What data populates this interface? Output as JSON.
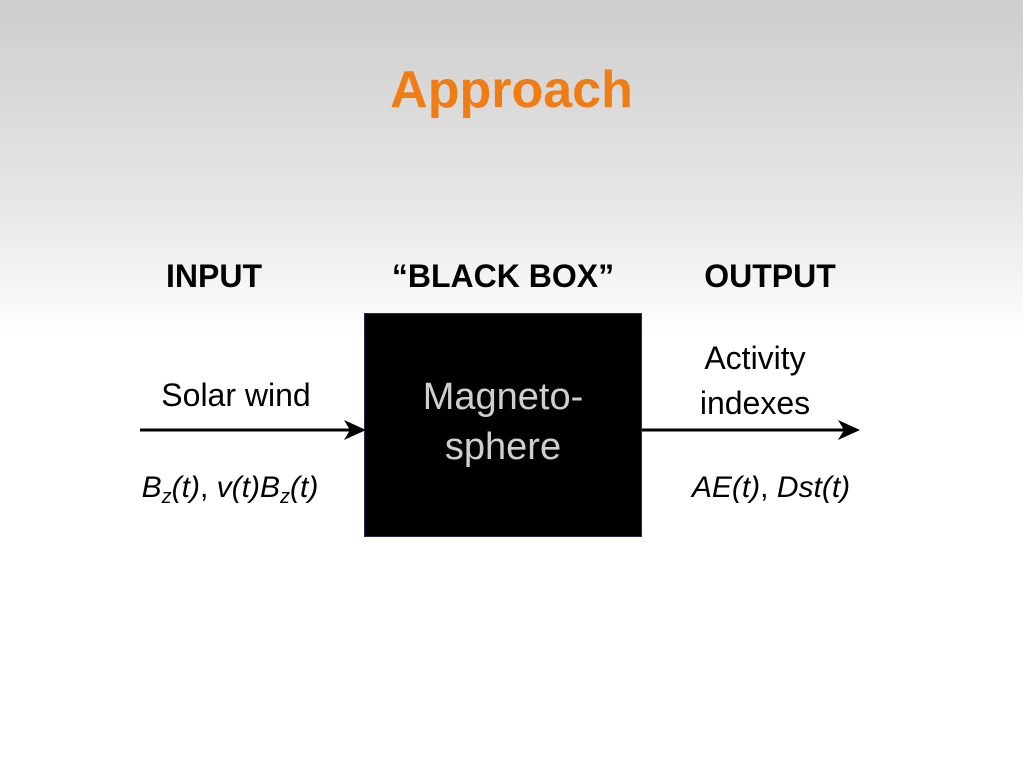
{
  "title": "Approach",
  "headings": {
    "input": "INPUT",
    "black_box": "“BLACK BOX”",
    "output": "OUTPUT"
  },
  "box": {
    "line1": "Magneto-",
    "line2": "sphere"
  },
  "input": {
    "label": "Solar wind",
    "formula": {
      "b1": "B",
      "z1": "z",
      "t1": "(t)",
      "sep": ", ",
      "v": "v(t)B",
      "z2": "z",
      "t2": "(t)"
    }
  },
  "output": {
    "label_line1": "Activity",
    "label_line2": "indexes",
    "formula": {
      "ae": "AE(t)",
      "sep": ", ",
      "dst": "Dst(t)"
    }
  },
  "colors": {
    "title": "#f07d13",
    "box_fill": "#000000",
    "box_text": "#cfcfcf"
  }
}
